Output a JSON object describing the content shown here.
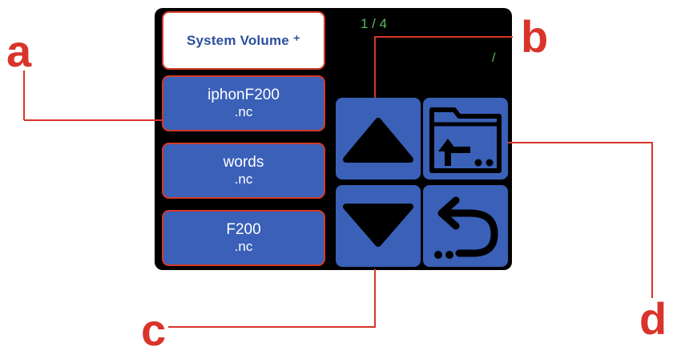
{
  "screen": {
    "volume_label": "System Volume ⁺",
    "page_indicator": "1 / 4",
    "path_indicator": "/",
    "files": [
      {
        "name": "iphonF200",
        "ext": ".nc"
      },
      {
        "name": "words",
        "ext": ".nc"
      },
      {
        "name": "F200",
        "ext": ".nc"
      }
    ],
    "buttons": {
      "up": "arrow-up-icon",
      "down": "arrow-down-icon",
      "folder_up": "folder-parent-icon",
      "back": "back-icon"
    }
  },
  "callouts": {
    "a": "a",
    "b": "b",
    "c": "c",
    "d": "d"
  },
  "colors": {
    "accent_blue": "#3a60b8",
    "callout_red": "#d9342b",
    "indicator_green": "#5ab95a",
    "screen_bg": "#000000"
  }
}
